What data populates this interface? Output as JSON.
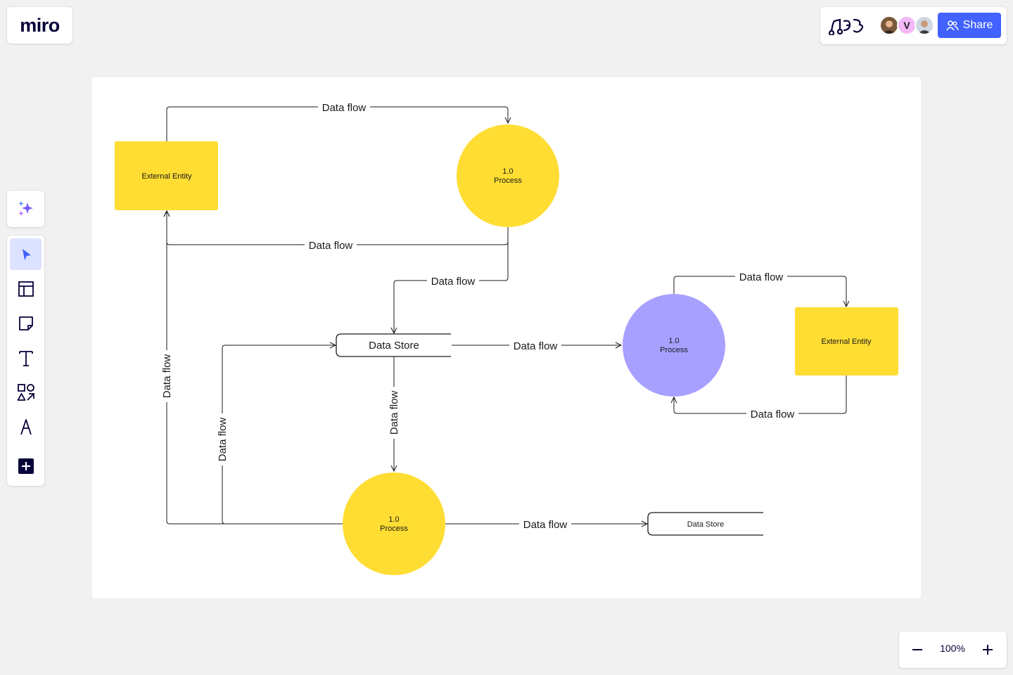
{
  "app": {
    "logo_text": "miro",
    "share_label": "Share",
    "avatar_initial": "V",
    "zoom_level": "100%",
    "accent_color": "#4262ff"
  },
  "toolbar": {
    "tools": [
      {
        "name": "select-tool",
        "icon": "cursor-icon",
        "active": true
      },
      {
        "name": "templates-tool",
        "icon": "layout-icon"
      },
      {
        "name": "sticky-note-tool",
        "icon": "sticky-note-icon"
      },
      {
        "name": "text-tool",
        "icon": "text-icon"
      },
      {
        "name": "shapes-tool",
        "icon": "shapes-icon"
      },
      {
        "name": "pen-tool",
        "icon": "pen-icon"
      },
      {
        "name": "more-tools",
        "icon": "plus-square-icon"
      }
    ]
  },
  "diagram": {
    "colors": {
      "entity": "#ffdd33",
      "process": "#ffdd33",
      "process_alt": "#a7a0ff",
      "line": "#1a1a1a"
    },
    "entity_1": "External Entity",
    "entity_2": "External Entity",
    "process_1_id": "1.0",
    "process_1_name": "Process",
    "process_2_id": "1.0",
    "process_2_name": "Process",
    "process_3_id": "1.0",
    "process_3_name": "Process",
    "store_1": "Data Store",
    "store_2": "Data Store",
    "flows": {
      "f1": "Data flow",
      "f2": "Data flow",
      "f3": "Data flow",
      "f4": "Data flow",
      "f5": "Data flow",
      "f6": "Data flow",
      "f7": "Data flow",
      "f8": "Data flow",
      "f9": "Data flow",
      "f10": "Data flow"
    }
  }
}
